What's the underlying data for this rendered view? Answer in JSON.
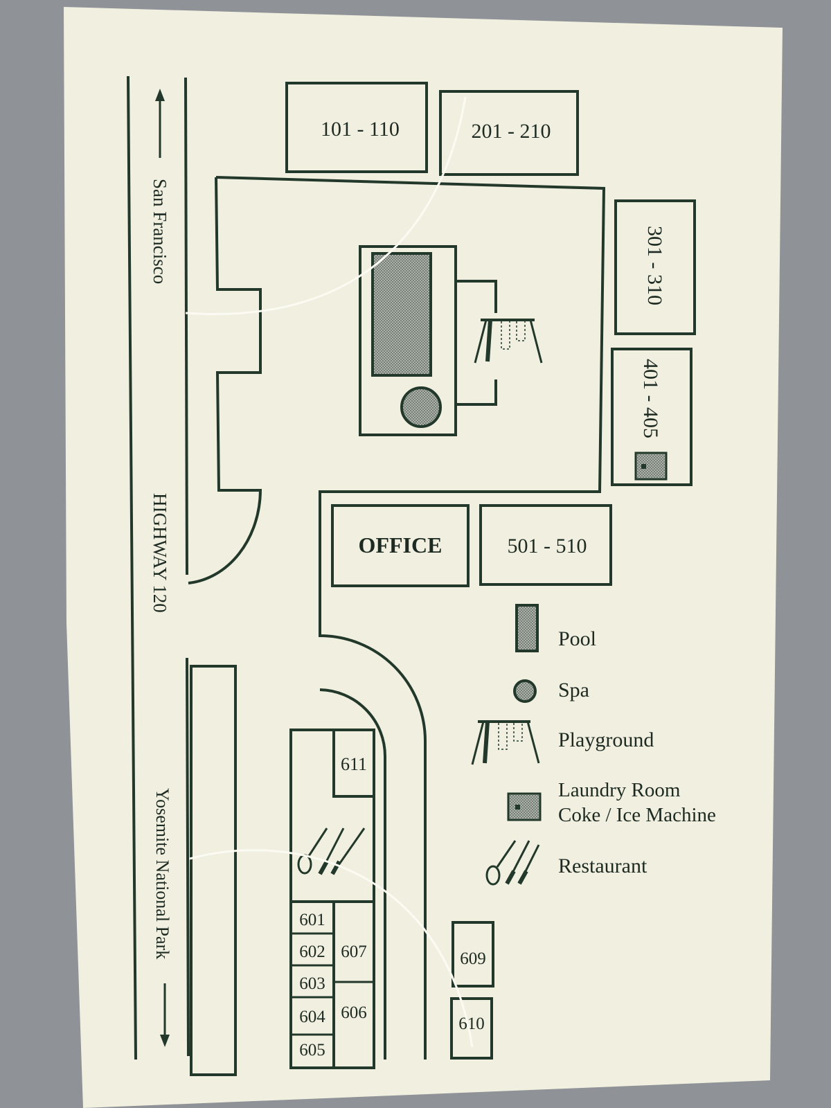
{
  "map": {
    "road": {
      "north_label": "San Francisco",
      "highway_label": "HIGHWAY 120",
      "south_label": "Yosemite National Park"
    },
    "buildings": {
      "b101": "101 - 110",
      "b201": "201 - 210",
      "b301": "301 - 310",
      "b401": "401 - 405",
      "office": "OFFICE",
      "b501": "501 - 510",
      "r611": "611",
      "r601": "601",
      "r602": "602",
      "r603": "603",
      "r604": "604",
      "r605": "605",
      "r607": "607",
      "r606": "606",
      "r609": "609",
      "r610": "610"
    },
    "legend": {
      "pool": "Pool",
      "spa": "Spa",
      "playground": "Playground",
      "laundry_line1": "Laundry Room",
      "laundry_line2": "Coke / Ice Machine",
      "restaurant": "Restaurant"
    },
    "colors": {
      "paper": "#f0efe0",
      "ink": "#22382a",
      "fill_gray": "#a9aea6",
      "background": "#8f9296"
    }
  }
}
